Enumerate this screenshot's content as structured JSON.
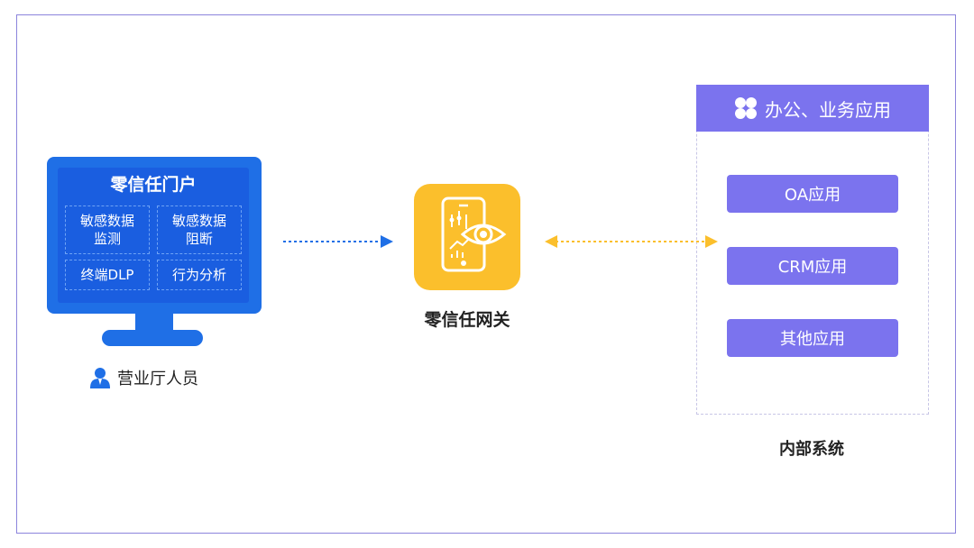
{
  "portal": {
    "title": "零信任门户",
    "cells": [
      "敏感数据\n监测",
      "敏感数据\n阻断",
      "终端DLP",
      "行为分析"
    ]
  },
  "user": {
    "label": "营业厅人员",
    "icon": "user-icon"
  },
  "gateway": {
    "label": "零信任网关",
    "icon": "gateway-phone-eye-icon"
  },
  "internal": {
    "header": "办公、业务应用",
    "header_icon": "four-petal-icon",
    "apps": [
      "OA应用",
      "CRM应用",
      "其他应用"
    ],
    "label": "内部系统"
  },
  "colors": {
    "blue": "#1f6fe6",
    "yellow": "#fbbf2c",
    "purple": "#7b73ee",
    "frame": "#8c84dc"
  }
}
